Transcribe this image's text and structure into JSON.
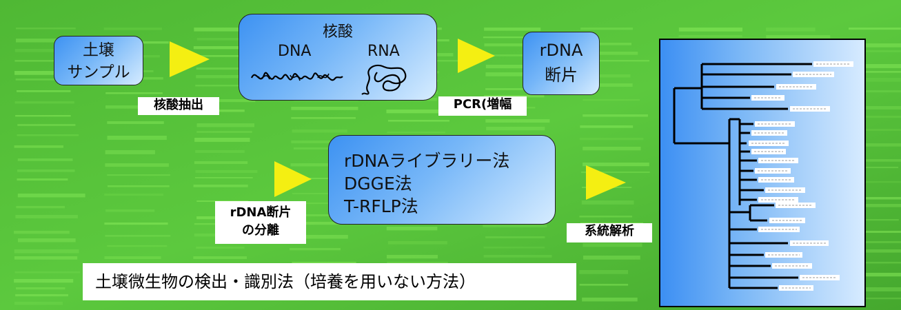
{
  "colors": {
    "background": "#55c33a",
    "arrow": "#f4ef12",
    "box_gradient_start": "#3d92f2",
    "box_gradient_end": "#d6ecff"
  },
  "boxes": {
    "soil_sample": {
      "lines": [
        "土壌",
        "サンプル"
      ]
    },
    "nucleic_acid": {
      "title": "核酸",
      "dna": "DNA",
      "rna": "RNA"
    },
    "rdna_fragment": {
      "lines": [
        "rDNA",
        "断片"
      ]
    },
    "methods": {
      "lines": [
        "rDNAライブラリー法",
        "DGGE法",
        "T-RFLP法"
      ]
    }
  },
  "labels": {
    "extraction": "核酸抽出",
    "pcr": "PCR(増幅",
    "separation": [
      "rDNA断片",
      "の分離"
    ],
    "phylogeny": "系統解析"
  },
  "caption": "土壌微生物の検出・識別法（培養を用いない方法）"
}
